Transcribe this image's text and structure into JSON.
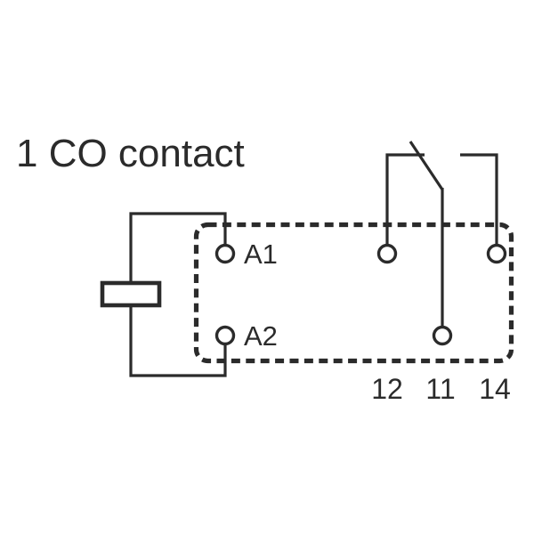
{
  "title": "1 CO contact",
  "colors": {
    "line": "#2b2b2b",
    "background": "#ffffff"
  },
  "terminals": {
    "coil": [
      {
        "label": "A1"
      },
      {
        "label": "A2"
      }
    ],
    "contacts": [
      {
        "label": "12"
      },
      {
        "label": "11"
      },
      {
        "label": "14"
      }
    ]
  }
}
